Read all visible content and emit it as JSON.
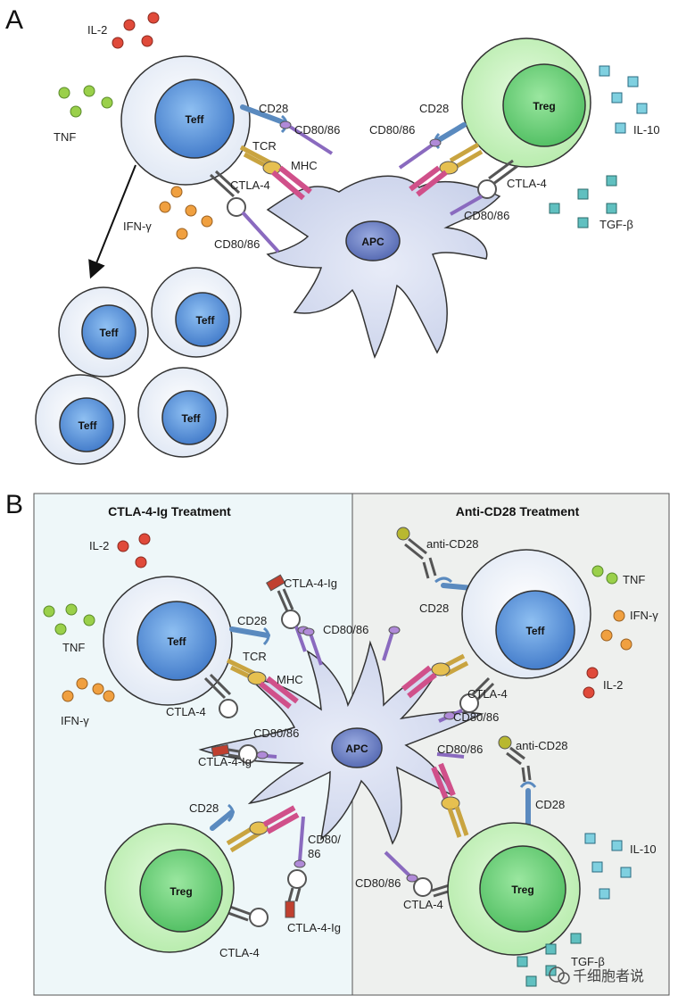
{
  "panel_a": {
    "letter": "A",
    "teff_main": "Teff",
    "treg": "Treg",
    "apc": "APC",
    "teff_progeny": [
      "Teff",
      "Teff",
      "Teff",
      "Teff"
    ],
    "labels": {
      "il2": "IL-2",
      "tnf": "TNF",
      "ifng": "IFN-γ",
      "cd28_left": "CD28",
      "cd8086_left_top": "CD80/86",
      "tcr": "TCR",
      "mhc": "MHC",
      "ctla4_left": "CTLA-4",
      "cd8086_left_bottom": "CD80/86",
      "cd28_right": "CD28",
      "cd8086_right_top": "CD80/86",
      "ctla4_right": "CTLA-4",
      "cd8086_right_bottom": "CD80/86",
      "il10": "IL-10",
      "tgfb": "TGF-β"
    }
  },
  "panel_b": {
    "letter": "B",
    "left_title": "CTLA-4-Ig Treatment",
    "right_title": "Anti-CD28 Treatment",
    "teff_left": "Teff",
    "treg_left": "Treg",
    "teff_right": "Teff",
    "treg_right": "Treg",
    "apc": "APC",
    "labels": {
      "il2_left": "IL-2",
      "tnf_left": "TNF",
      "ifng_left": "IFN-γ",
      "ctla4ig_top": "CTLA-4-Ig",
      "cd28_left": "CD28",
      "cd8086_center": "CD80/86",
      "tcr": "TCR",
      "mhc": "MHC",
      "ctla4_left": "CTLA-4",
      "cd8086_mid_left": "CD80/86",
      "ctla4ig_mid": "CTLA-4-Ig",
      "cd28_treg_left": "CD28",
      "cd80_split_1": "CD80/",
      "cd80_split_2": "86",
      "ctla4ig_bottom": "CTLA-4-Ig",
      "ctla4_treg_left": "CTLA-4",
      "anti_cd28_top": "anti-CD28",
      "cd28_right_top": "CD28",
      "tnf_right": "TNF",
      "ifng_right": "IFN-γ",
      "il2_right": "IL-2",
      "ctla4_right": "CTLA-4",
      "cd8086_right_1": "CD80/86",
      "cd8086_right_2": "CD80/86",
      "anti_cd28_mid": "anti-CD28",
      "cd28_right_mid": "CD28",
      "il10": "IL-10",
      "cd8086_right_bottom": "CD80/86",
      "ctla4_right_bottom": "CTLA-4",
      "tgfb": "TGF-β"
    }
  },
  "watermark": "千细胞者说",
  "colors": {
    "teff_outer": "#e8eef8",
    "teff_nucleus": "#5a8fd6",
    "treg_outer": "#c8f0c0",
    "treg_nucleus": "#6cd278",
    "apc_body": "#d5dcf0",
    "apc_nucleus": "#6a7fc4",
    "il2": "#e04a3a",
    "tnf": "#9ad04a",
    "ifng": "#f0a040",
    "il10": "#7fd0e0",
    "tgfb": "#60c0c0",
    "panel_left_bg": "#eef7f9",
    "panel_right_bg": "#eef0ee"
  }
}
